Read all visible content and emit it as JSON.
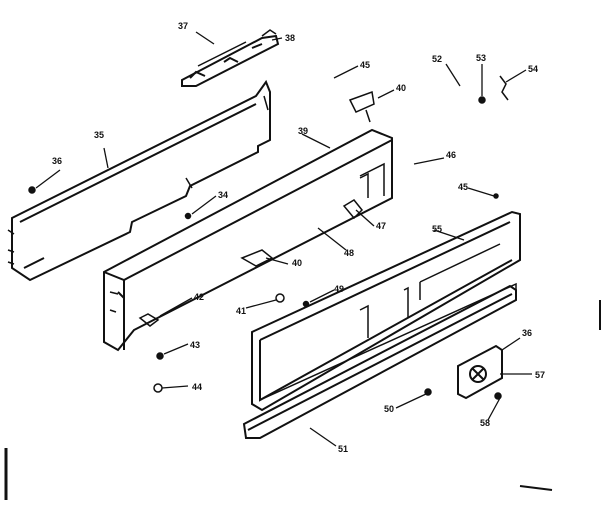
{
  "diagram": {
    "line_color": "#111111",
    "background": "#ffffff",
    "part_labels": {
      "p37": "37",
      "p38": "38",
      "p45a": "45",
      "p40a": "40",
      "p52": "52",
      "p53": "53",
      "p54": "54",
      "p35": "35",
      "p36a": "36",
      "p39": "39",
      "p46": "46",
      "p45b": "45",
      "p34": "34",
      "p47": "47",
      "p55": "55",
      "p48": "48",
      "p40b": "40",
      "p42": "42",
      "p41": "41",
      "p49": "49",
      "p43": "43",
      "p36b": "36",
      "p44": "44",
      "p57": "57",
      "p50": "50",
      "p58": "58",
      "p51": "51"
    }
  }
}
